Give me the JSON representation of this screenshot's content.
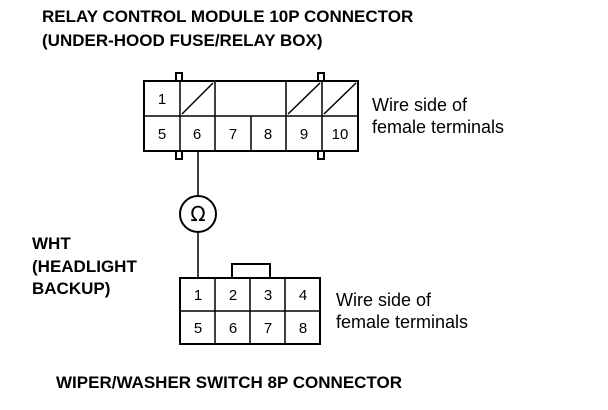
{
  "top_connector": {
    "title_line1": "RELAY CONTROL MODULE 10P CONNECTOR",
    "title_line2": "(UNDER-HOOD FUSE/RELAY BOX)",
    "pin_1": "1",
    "bottom_pins": [
      "5",
      "6",
      "7",
      "8",
      "9",
      "10"
    ],
    "note_line1": "Wire side of",
    "note_line2": "female terminals"
  },
  "meter": {
    "symbol": "Ω",
    "icon": "ohmmeter-icon"
  },
  "wire_label": {
    "line1": "WHT",
    "line2": "(HEADLIGHT",
    "line3": "BACKUP)"
  },
  "bottom_connector": {
    "top_pins": [
      "1",
      "2",
      "3",
      "4"
    ],
    "bottom_pins": [
      "5",
      "6",
      "7",
      "8"
    ],
    "note_line1": "Wire side of",
    "note_line2": "female terminals",
    "title": "WIPER/WASHER SWITCH 8P CONNECTOR"
  }
}
